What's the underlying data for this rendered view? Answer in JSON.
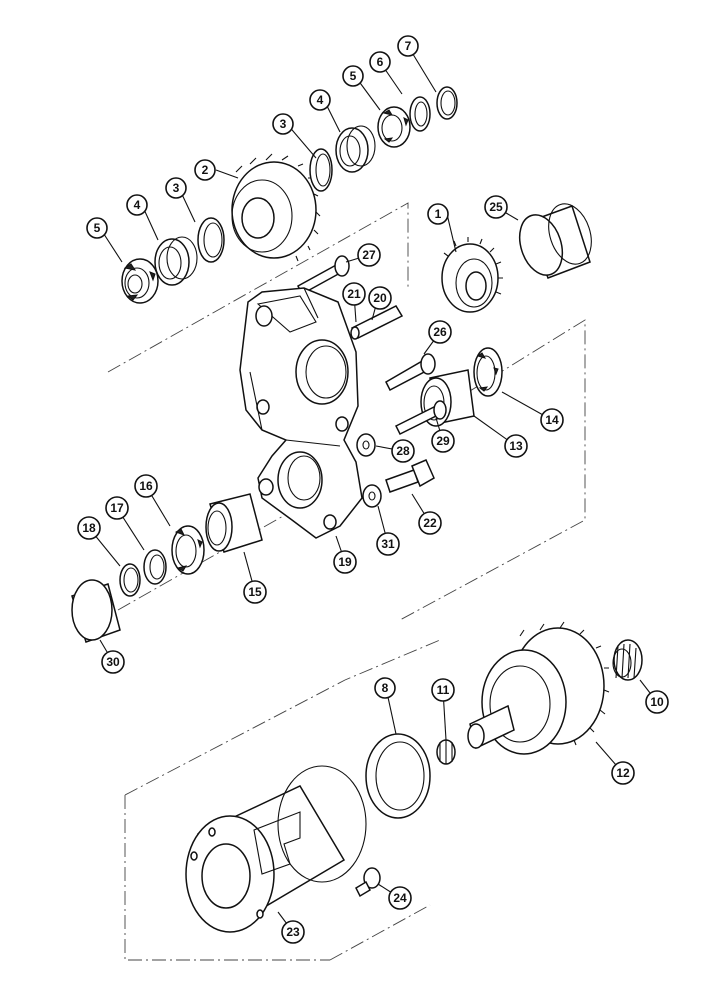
{
  "callouts": [
    {
      "id": "c1",
      "label": "1"
    },
    {
      "id": "c2",
      "label": "2"
    },
    {
      "id": "c3a",
      "label": "3"
    },
    {
      "id": "c3b",
      "label": "3"
    },
    {
      "id": "c4a",
      "label": "4"
    },
    {
      "id": "c4b",
      "label": "4"
    },
    {
      "id": "c5a",
      "label": "5"
    },
    {
      "id": "c5b",
      "label": "5"
    },
    {
      "id": "c6",
      "label": "6"
    },
    {
      "id": "c7",
      "label": "7"
    },
    {
      "id": "c8",
      "label": "8"
    },
    {
      "id": "c10",
      "label": "10"
    },
    {
      "id": "c11",
      "label": "11"
    },
    {
      "id": "c12",
      "label": "12"
    },
    {
      "id": "c13",
      "label": "13"
    },
    {
      "id": "c14",
      "label": "14"
    },
    {
      "id": "c15",
      "label": "15"
    },
    {
      "id": "c16",
      "label": "16"
    },
    {
      "id": "c17",
      "label": "17"
    },
    {
      "id": "c18",
      "label": "18"
    },
    {
      "id": "c19",
      "label": "19"
    },
    {
      "id": "c20",
      "label": "20"
    },
    {
      "id": "c21",
      "label": "21"
    },
    {
      "id": "c22",
      "label": "22"
    },
    {
      "id": "c23",
      "label": "23"
    },
    {
      "id": "c24",
      "label": "24"
    },
    {
      "id": "c25",
      "label": "25"
    },
    {
      "id": "c26",
      "label": "26"
    },
    {
      "id": "c27",
      "label": "27"
    },
    {
      "id": "c28",
      "label": "28"
    },
    {
      "id": "c29",
      "label": "29"
    },
    {
      "id": "c30",
      "label": "30"
    },
    {
      "id": "c31",
      "label": "31"
    }
  ]
}
